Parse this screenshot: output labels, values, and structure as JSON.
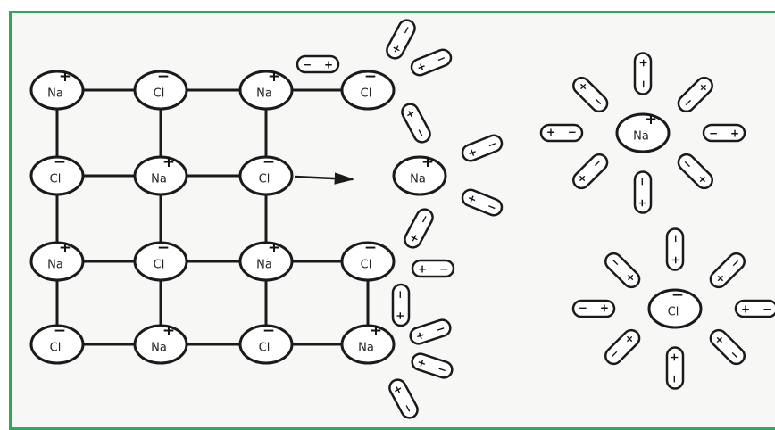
{
  "ions": {
    "na_label": "Na",
    "cl_label": "Cl",
    "plus_sign": "+",
    "minus_sign": "−"
  },
  "lattice": {
    "rows": [
      [
        "Na",
        "Cl",
        "Na",
        "Cl"
      ],
      [
        "Cl",
        "Na",
        "Cl",
        "Na"
      ],
      [
        "Na",
        "Cl",
        "Na",
        "Cl"
      ],
      [
        "Cl",
        "Na",
        "Cl",
        "Na"
      ]
    ]
  },
  "colors": {
    "frame_border": "#2fa85a",
    "background": "#f7f7f5",
    "ink": "#1a1a1a"
  }
}
